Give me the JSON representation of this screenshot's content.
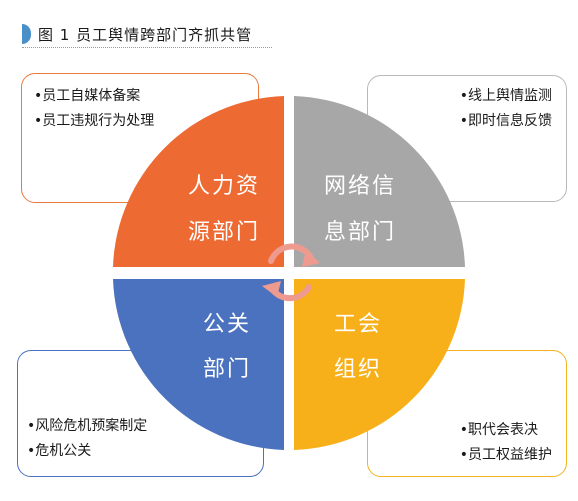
{
  "title": "图 1  员工舆情跨部门齐抓共管",
  "quadrants": {
    "tl": {
      "line1": "人力资",
      "line2": "源部门",
      "color": "#ee6a33"
    },
    "tr": {
      "line1": "网络信",
      "line2": "息部门",
      "color": "#a7a7a7"
    },
    "bl": {
      "line1": "公关",
      "line2": "部门",
      "color": "#4a72be"
    },
    "br": {
      "line1": "工会",
      "line2": "组织",
      "color": "#f7b01a"
    }
  },
  "boxes": {
    "tl": {
      "items": [
        "•员工自媒体备案",
        "•员工违规行为处理"
      ],
      "border": "#e87a3e"
    },
    "tr": {
      "items": [
        "•线上舆情监测",
        "•即时信息反馈"
      ],
      "border": "#b9b9b9"
    },
    "bl": {
      "items": [
        "•风险危机预案制定",
        "•危机公关"
      ],
      "border": "#4a72be"
    },
    "br": {
      "items": [
        "•职代会表决",
        "•员工权益维护"
      ],
      "border": "#f3b322"
    }
  },
  "arrow_color": "#ef9a8f"
}
